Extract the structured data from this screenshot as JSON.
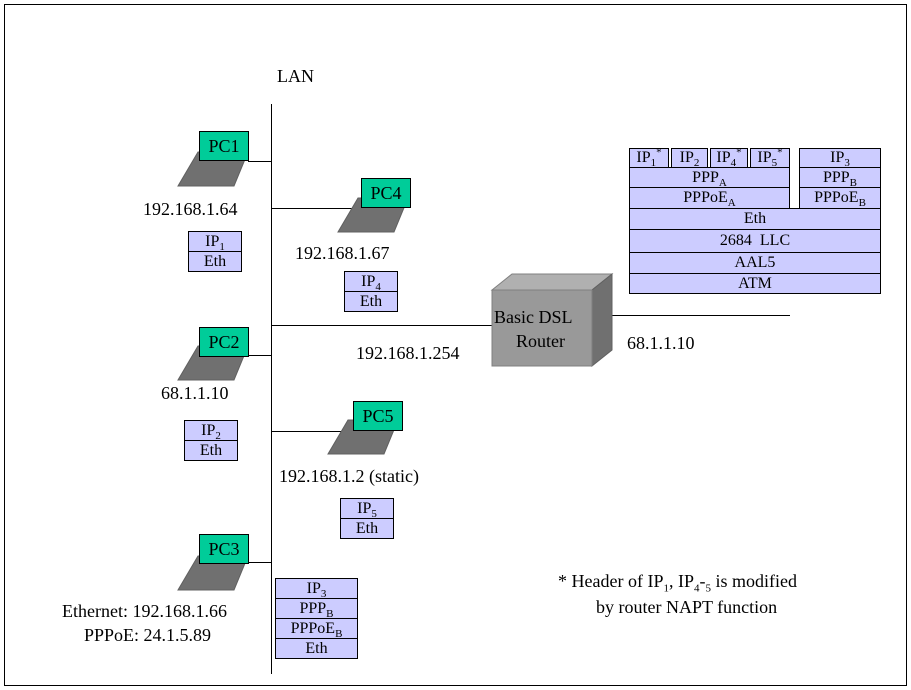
{
  "lan_label": "LAN",
  "colors": {
    "pc": "#00cc99",
    "protocol": "#ccccff",
    "router": "#999999"
  },
  "pcs": [
    {
      "name": "PC1",
      "address": "192.168.1.64",
      "stack": [
        "IP1",
        "Eth"
      ]
    },
    {
      "name": "PC4",
      "address": "192.168.1.67",
      "stack": [
        "IP4",
        "Eth"
      ]
    },
    {
      "name": "PC2",
      "address": "68.1.1.10",
      "stack": [
        "IP2",
        "Eth"
      ]
    },
    {
      "name": "PC5",
      "address": "192.168.1.2 (static)",
      "stack": [
        "IP5",
        "Eth"
      ]
    },
    {
      "name": "PC3",
      "address_ethernet": "Ethernet: 192.168.1.66",
      "address_pppoe": "PPPoE: 24.1.5.89",
      "stack": [
        "IP3",
        "PPPB",
        "PPPoEB",
        "Eth"
      ]
    }
  ],
  "router": {
    "line1": "Basic DSL",
    "line2": "Router",
    "lan_ip": "192.168.1.254",
    "wan_ip": "68.1.1.10"
  },
  "router_stack": {
    "ip_cells": [
      "IP1*",
      "IP2",
      "IP4*",
      "IP5*"
    ],
    "ip3": "IP3",
    "ppp_a": "PPPA",
    "ppp_b": "PPPB",
    "pppoe_a": "PPPoEA",
    "pppoe_b": "PPPoEB",
    "eth": "Eth",
    "llc": "2684  LLC",
    "aal5": "AAL5",
    "atm": "ATM"
  },
  "note": {
    "line1": "* Header of IP1, IP4-5 is modified",
    "line2": "by router NAPT function"
  }
}
